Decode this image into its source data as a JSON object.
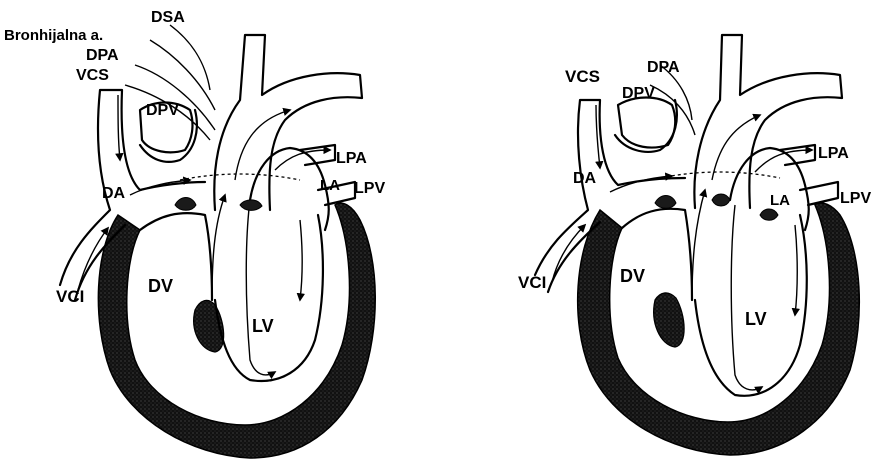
{
  "left_heart": {
    "labels": {
      "dsa": "DSA",
      "bronhijalna": "Bronhijalna a.",
      "dpa": "DPA",
      "vcs": "VCS",
      "dpv": "DPV",
      "da": "DA",
      "lpa": "LPA",
      "la": "LA",
      "lpv": "LPV",
      "dv": "DV",
      "lv": "LV",
      "vci": "VCI"
    }
  },
  "right_heart": {
    "labels": {
      "vcs": "VCS",
      "dpa": "DPA",
      "dpv": "DPV",
      "da": "DA",
      "lpa": "LPA",
      "la": "LA",
      "lpv": "LPV",
      "dv": "DV",
      "lv": "LV",
      "vci": "VCI"
    }
  },
  "colors": {
    "ink": "#000000",
    "muscle": "#1a1a1a",
    "background": "#ffffff"
  }
}
